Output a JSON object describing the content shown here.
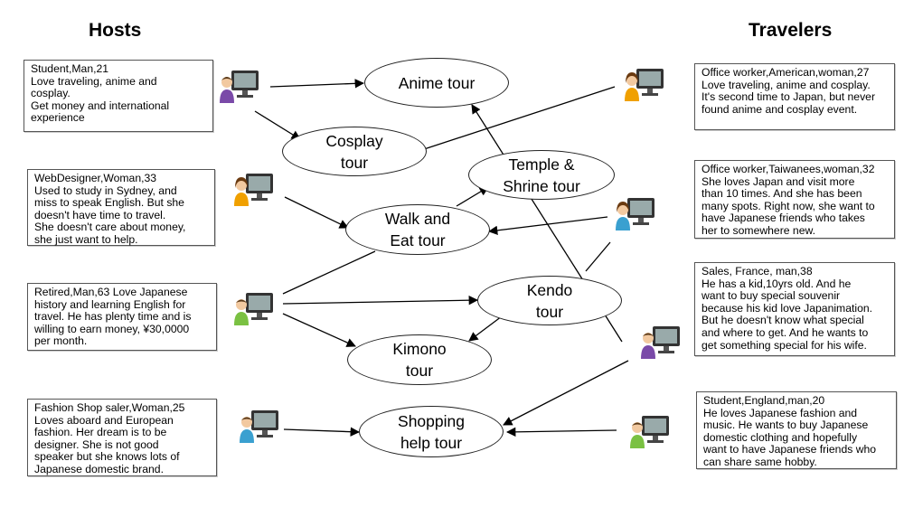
{
  "headings": {
    "hosts": "Hosts",
    "travelers": "Travelers"
  },
  "hosts": [
    {
      "lines": [
        "Student,Man,21",
        "Love traveling, anime and",
        "cosplay.",
        "Get money and international",
        "experience"
      ]
    },
    {
      "lines": [
        "WebDesigner,Woman,33",
        "Used to study in Sydney, and",
        "miss to speak English. But she",
        "doesn't have time to travel.",
        "She doesn't care about money,",
        "she just want to help."
      ]
    },
    {
      "lines": [
        "Retired,Man,63 Love Japanese",
        "history and learning English for",
        "travel. He has plenty time and is",
        "willing to earn money, ¥30,0000",
        "per month."
      ]
    },
    {
      "lines": [
        "Fashion Shop saler,Woman,25",
        "Loves aboard and European",
        "fashion. Her dream is to be",
        "designer. She is not good",
        "speaker but she knows lots of",
        "Japanese domestic brand."
      ]
    }
  ],
  "travelers": [
    {
      "lines": [
        "Office worker,American,woman,27",
        "Love traveling, anime and cosplay.",
        "It's second time to Japan, but never",
        "found anime and cosplay event."
      ]
    },
    {
      "lines": [
        "Office worker,Taiwanees,woman,32",
        "She loves Japan and visit more",
        "than 10 times. And she has been",
        "many spots. Right now, she want to",
        "have Japanese friends who takes",
        "her to somewhere new."
      ]
    },
    {
      "lines": [
        "Sales, France, man,38",
        "He has a kid,10yrs old. And he",
        "want to buy special souvenir",
        "because his kid love Japanimation.",
        "But he doesn't know what special",
        "and where to get. And he wants to",
        "get something special for his wife."
      ]
    },
    {
      "lines": [
        "Student,England,man,20",
        "He loves Japanese fashion and",
        "music. He wants to buy Japanese",
        "domestic clothing and hopefully",
        "want to have Japanese friends who",
        "can share same hobby."
      ]
    }
  ],
  "tours": [
    {
      "id": "anime",
      "lines": [
        "Anime tour"
      ]
    },
    {
      "id": "cosplay",
      "lines": [
        "Cosplay",
        "tour"
      ]
    },
    {
      "id": "temple",
      "lines": [
        "Temple &",
        "Shrine tour"
      ]
    },
    {
      "id": "walk",
      "lines": [
        "Walk and",
        "Eat tour"
      ]
    },
    {
      "id": "kendo",
      "lines": [
        "Kendo",
        "tour"
      ]
    },
    {
      "id": "kimono",
      "lines": [
        "Kimono",
        "tour"
      ]
    },
    {
      "id": "shopping",
      "lines": [
        "Shopping",
        "help tour"
      ]
    }
  ],
  "colors": {
    "host_man_shirt": "#7a4aa8",
    "host_woman_shirt": "#f0a000",
    "host_old_shirt": "#7ac142",
    "host_fashion_shirt": "#3aa0d0",
    "traveler_american_shirt": "#f0a000",
    "traveler_taiwan_shirt": "#3aa0d0",
    "traveler_france_shirt": "#7a4aa8",
    "traveler_england_shirt": "#7ac142"
  }
}
